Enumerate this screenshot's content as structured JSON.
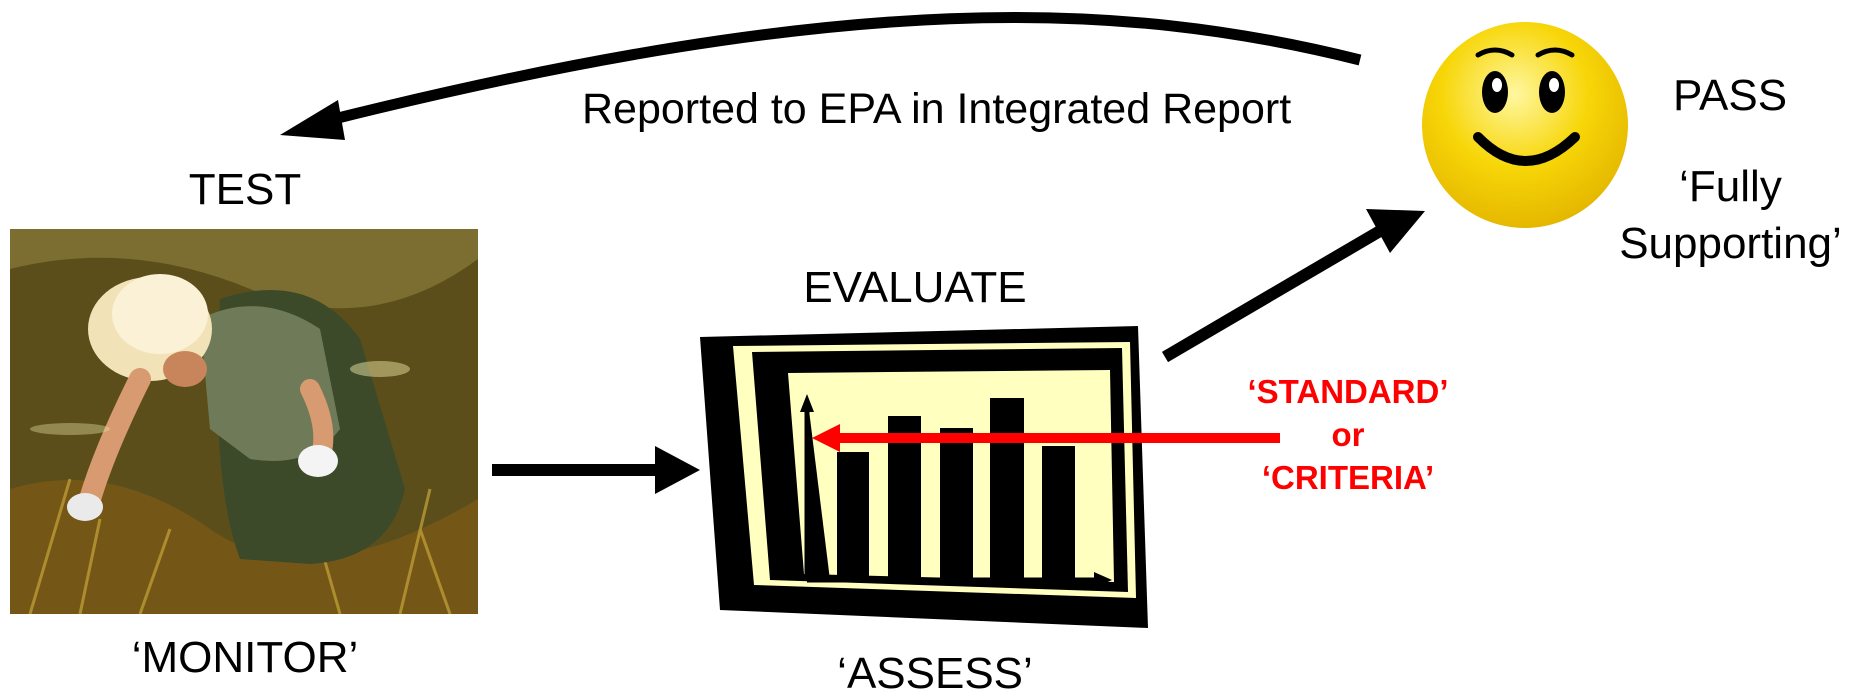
{
  "report_label": "Reported to EPA in Integrated Report",
  "test_label": "TEST",
  "monitor_label": "‘MONITOR’",
  "evaluate_label": "EVALUATE",
  "assess_label": "‘ASSESS’",
  "pass_label": "PASS",
  "fully_supporting": {
    "line1": "‘Fully",
    "line2": "Supporting’"
  },
  "standard_criteria": {
    "line1": "‘STANDARD’",
    "line2": "or",
    "line3": "‘CRITERIA’"
  },
  "colors": {
    "arrow": "#000000",
    "criteria_red": "#ff0000",
    "chart_frame_fill": "#ffffc0",
    "smiley_yellow": "#f7d608"
  }
}
